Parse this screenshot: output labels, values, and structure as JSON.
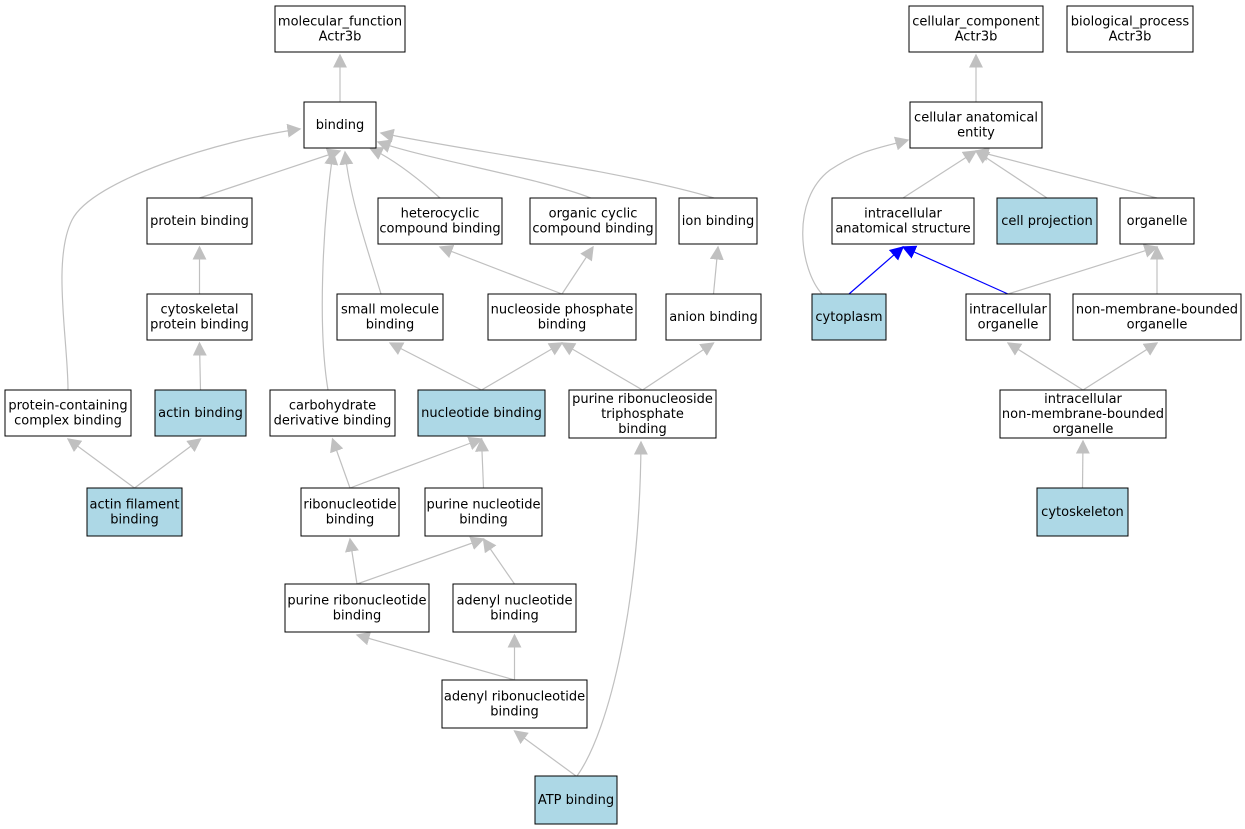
{
  "colors": {
    "highlight_fill": "#add8e6",
    "default_fill": "#ffffff",
    "edge_gray": "#c0c0c0",
    "edge_blue": "#0000ff"
  },
  "nodes": [
    {
      "id": "mf",
      "lines": [
        "molecular_function",
        "Actr3b"
      ],
      "highlight": false
    },
    {
      "id": "cc",
      "lines": [
        "cellular_component",
        "Actr3b"
      ],
      "highlight": false
    },
    {
      "id": "bp",
      "lines": [
        "biological_process",
        "Actr3b"
      ],
      "highlight": false
    },
    {
      "id": "binding",
      "lines": [
        "binding"
      ],
      "highlight": false
    },
    {
      "id": "cae",
      "lines": [
        "cellular anatomical",
        "entity"
      ],
      "highlight": false
    },
    {
      "id": "protbind",
      "lines": [
        "protein binding"
      ],
      "highlight": false
    },
    {
      "id": "hetero",
      "lines": [
        "heterocyclic",
        "compound binding"
      ],
      "highlight": false
    },
    {
      "id": "orgcyc",
      "lines": [
        "organic cyclic",
        "compound binding"
      ],
      "highlight": false
    },
    {
      "id": "ionbind",
      "lines": [
        "ion binding"
      ],
      "highlight": false
    },
    {
      "id": "ias",
      "lines": [
        "intracellular",
        "anatomical structure"
      ],
      "highlight": false
    },
    {
      "id": "cellproj",
      "lines": [
        "cell projection"
      ],
      "highlight": true
    },
    {
      "id": "organelle",
      "lines": [
        "organelle"
      ],
      "highlight": false
    },
    {
      "id": "cytoprot",
      "lines": [
        "cytoskeletal",
        "protein binding"
      ],
      "highlight": false
    },
    {
      "id": "smallmol",
      "lines": [
        "small molecule",
        "binding"
      ],
      "highlight": false
    },
    {
      "id": "nucphos",
      "lines": [
        "nucleoside phosphate",
        "binding"
      ],
      "highlight": false
    },
    {
      "id": "anion",
      "lines": [
        "anion binding"
      ],
      "highlight": false
    },
    {
      "id": "cytoplasm",
      "lines": [
        "cytoplasm"
      ],
      "highlight": true
    },
    {
      "id": "intraorg",
      "lines": [
        "intracellular",
        "organelle"
      ],
      "highlight": false
    },
    {
      "id": "nmbo",
      "lines": [
        "non-membrane-bounded",
        "organelle"
      ],
      "highlight": false
    },
    {
      "id": "pccb",
      "lines": [
        "protein-containing",
        "complex binding"
      ],
      "highlight": false
    },
    {
      "id": "actin",
      "lines": [
        "actin binding"
      ],
      "highlight": true
    },
    {
      "id": "carbo",
      "lines": [
        "carbohydrate",
        "derivative binding"
      ],
      "highlight": false
    },
    {
      "id": "nucleotide",
      "lines": [
        "nucleotide binding"
      ],
      "highlight": true
    },
    {
      "id": "prnstb",
      "lines": [
        "purine ribonucleoside",
        "triphosphate",
        "binding"
      ],
      "highlight": false
    },
    {
      "id": "inmbo",
      "lines": [
        "intracellular",
        "non-membrane-bounded",
        "organelle"
      ],
      "highlight": false
    },
    {
      "id": "actinfil",
      "lines": [
        "actin filament",
        "binding"
      ],
      "highlight": true
    },
    {
      "id": "ribonuc",
      "lines": [
        "ribonucleotide",
        "binding"
      ],
      "highlight": false
    },
    {
      "id": "purnuc",
      "lines": [
        "purine nucleotide",
        "binding"
      ],
      "highlight": false
    },
    {
      "id": "cytoskel",
      "lines": [
        "cytoskeleton"
      ],
      "highlight": true
    },
    {
      "id": "purribo",
      "lines": [
        "purine ribonucleotide",
        "binding"
      ],
      "highlight": false
    },
    {
      "id": "adenyl",
      "lines": [
        "adenyl nucleotide",
        "binding"
      ],
      "highlight": false
    },
    {
      "id": "adenylribo",
      "lines": [
        "adenyl ribonucleotide",
        "binding"
      ],
      "highlight": false
    },
    {
      "id": "atp",
      "lines": [
        "ATP binding"
      ],
      "highlight": true
    }
  ],
  "edges": [
    {
      "from": "binding",
      "to": "mf",
      "color": "gray"
    },
    {
      "from": "protbind",
      "to": "binding",
      "color": "gray"
    },
    {
      "from": "hetero",
      "to": "binding",
      "color": "gray"
    },
    {
      "from": "orgcyc",
      "to": "binding",
      "color": "gray"
    },
    {
      "from": "ionbind",
      "to": "binding",
      "color": "gray"
    },
    {
      "from": "smallmol",
      "to": "binding",
      "color": "gray"
    },
    {
      "from": "pccb",
      "to": "binding",
      "color": "gray"
    },
    {
      "from": "carbo",
      "to": "binding",
      "color": "gray"
    },
    {
      "from": "cytoprot",
      "to": "protbind",
      "color": "gray"
    },
    {
      "from": "actin",
      "to": "cytoprot",
      "color": "gray"
    },
    {
      "from": "actinfil",
      "to": "pccb",
      "color": "gray"
    },
    {
      "from": "actinfil",
      "to": "actin",
      "color": "gray"
    },
    {
      "from": "nucphos",
      "to": "hetero",
      "color": "gray"
    },
    {
      "from": "nucphos",
      "to": "orgcyc",
      "color": "gray"
    },
    {
      "from": "anion",
      "to": "ionbind",
      "color": "gray"
    },
    {
      "from": "nucleotide",
      "to": "smallmol",
      "color": "gray"
    },
    {
      "from": "nucleotide",
      "to": "nucphos",
      "color": "gray"
    },
    {
      "from": "prnstb",
      "to": "nucphos",
      "color": "gray"
    },
    {
      "from": "prnstb",
      "to": "anion",
      "color": "gray"
    },
    {
      "from": "ribonuc",
      "to": "carbo",
      "color": "gray"
    },
    {
      "from": "ribonuc",
      "to": "nucleotide",
      "color": "gray"
    },
    {
      "from": "purnuc",
      "to": "nucleotide",
      "color": "gray"
    },
    {
      "from": "purribo",
      "to": "ribonuc",
      "color": "gray"
    },
    {
      "from": "purribo",
      "to": "purnuc",
      "color": "gray"
    },
    {
      "from": "adenyl",
      "to": "purnuc",
      "color": "gray"
    },
    {
      "from": "adenylribo",
      "to": "purribo",
      "color": "gray"
    },
    {
      "from": "adenylribo",
      "to": "adenyl",
      "color": "gray"
    },
    {
      "from": "atp",
      "to": "adenylribo",
      "color": "gray"
    },
    {
      "from": "atp",
      "to": "prnstb",
      "color": "gray"
    },
    {
      "from": "cae",
      "to": "cc",
      "color": "gray"
    },
    {
      "from": "ias",
      "to": "cae",
      "color": "gray"
    },
    {
      "from": "cellproj",
      "to": "cae",
      "color": "gray"
    },
    {
      "from": "organelle",
      "to": "cae",
      "color": "gray"
    },
    {
      "from": "cytoplasm",
      "to": "cae",
      "color": "gray"
    },
    {
      "from": "cytoplasm",
      "to": "ias",
      "color": "blue"
    },
    {
      "from": "intraorg",
      "to": "ias",
      "color": "blue"
    },
    {
      "from": "intraorg",
      "to": "organelle",
      "color": "gray"
    },
    {
      "from": "nmbo",
      "to": "organelle",
      "color": "gray"
    },
    {
      "from": "inmbo",
      "to": "intraorg",
      "color": "gray"
    },
    {
      "from": "inmbo",
      "to": "nmbo",
      "color": "gray"
    },
    {
      "from": "cytoskel",
      "to": "inmbo",
      "color": "gray"
    }
  ]
}
